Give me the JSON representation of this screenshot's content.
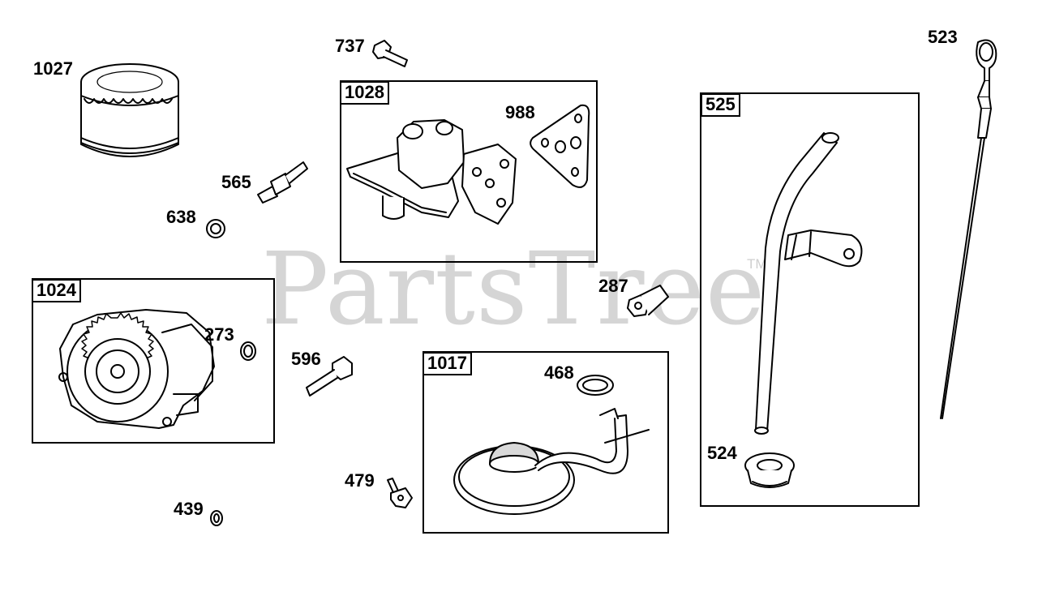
{
  "watermark": {
    "text": "PartsTree",
    "tm": "TM"
  },
  "boxes": {
    "b1028": "1028",
    "b1024": "1024",
    "b1017": "1017",
    "b525": "525"
  },
  "callouts": {
    "c1027": "1027",
    "c737": "737",
    "c988": "988",
    "c565": "565",
    "c638": "638",
    "c273": "273",
    "c596": "596",
    "c287": "287",
    "c468": "468",
    "c479": "479",
    "c439": "439",
    "c523": "523",
    "c524": "524"
  },
  "colors": {
    "line": "#000000",
    "shade": "#d9d9d9",
    "watermark": "#d5d5d5"
  }
}
